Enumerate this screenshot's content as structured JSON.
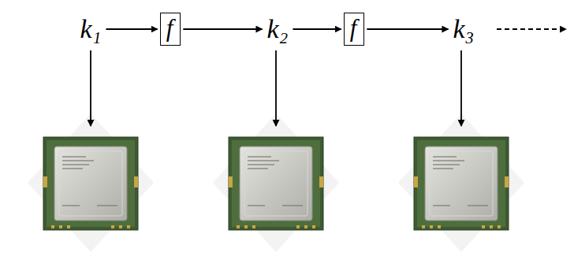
{
  "diagram": {
    "nodes": [
      {
        "text": [
          "k₁"
        ]
      },
      {
        "text": [
          "f"
        ]
      },
      {
        "text": [
          "k₂"
        ]
      },
      {
        "text": [
          "f"
        ]
      },
      {
        "text": [
          "k₃"
        ]
      }
    ],
    "edges": [
      {
        "from": 0,
        "to": 1,
        "arrow": "to"
      },
      {
        "from": 1,
        "to": 2,
        "arrow": "to"
      },
      {
        "from": 2,
        "to": 3,
        "arrow": "to"
      },
      {
        "from": 3,
        "to": 4,
        "arrow": "to"
      }
    ]
  }
}
